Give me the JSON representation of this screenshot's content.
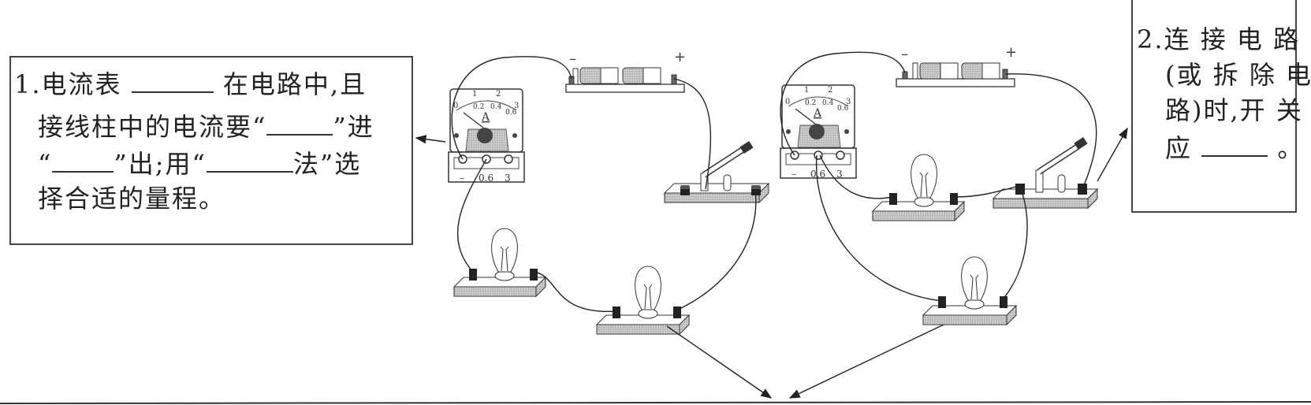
{
  "box1": {
    "number": "1.",
    "line1_a": "电流表",
    "line1_b": "在电路中,且",
    "line2_a": "接线柱中的电流要“",
    "line2_b": "”进",
    "line3_a": "“",
    "line3_b": "”出;用“",
    "line3_c": "法”选",
    "line4": "择合适的量程。"
  },
  "box2": {
    "number": "2.",
    "line1": "连 接 电 路",
    "line2": "(或 拆 除 电",
    "line3": "路)时,开 关",
    "line4_a": "应",
    "line4_b": "。"
  },
  "ammeter": {
    "unit": "A",
    "scale_top": [
      "0",
      "1",
      "2",
      "3"
    ],
    "scale_bottom": [
      "0.2",
      "0.4",
      "0.6"
    ],
    "terminals": [
      "–",
      "0.6",
      "3"
    ]
  },
  "battery": {
    "neg": "–",
    "pos": "+"
  }
}
